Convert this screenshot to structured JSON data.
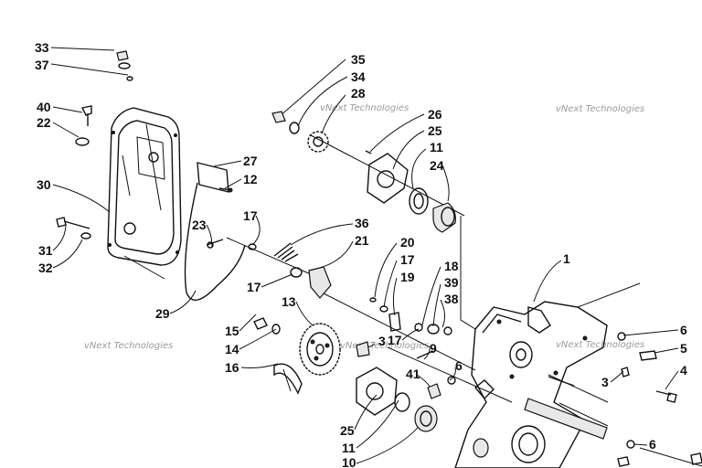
{
  "watermark": "vNext Technologies",
  "callouts": [
    {
      "label": "33"
    },
    {
      "label": "37"
    },
    {
      "label": "40"
    },
    {
      "label": "22"
    },
    {
      "label": "30"
    },
    {
      "label": "31"
    },
    {
      "label": "32"
    },
    {
      "label": "27"
    },
    {
      "label": "12"
    },
    {
      "label": "23"
    },
    {
      "label": "29"
    },
    {
      "label": "17"
    },
    {
      "label": "36"
    },
    {
      "label": "21"
    },
    {
      "label": "17"
    },
    {
      "label": "35"
    },
    {
      "label": "34"
    },
    {
      "label": "28"
    },
    {
      "label": "26"
    },
    {
      "label": "25"
    },
    {
      "label": "11"
    },
    {
      "label": "24"
    },
    {
      "label": "20"
    },
    {
      "label": "17"
    },
    {
      "label": "19"
    },
    {
      "label": "18"
    },
    {
      "label": "39"
    },
    {
      "label": "38"
    },
    {
      "label": "13"
    },
    {
      "label": "15"
    },
    {
      "label": "14"
    },
    {
      "label": "16"
    },
    {
      "label": "3"
    },
    {
      "label": "9"
    },
    {
      "label": "17"
    },
    {
      "label": "41"
    },
    {
      "label": "6"
    },
    {
      "label": "25"
    },
    {
      "label": "11"
    },
    {
      "label": "10"
    },
    {
      "label": "1"
    },
    {
      "label": "6"
    },
    {
      "label": "5"
    },
    {
      "label": "3"
    },
    {
      "label": "4"
    },
    {
      "label": "6"
    }
  ]
}
